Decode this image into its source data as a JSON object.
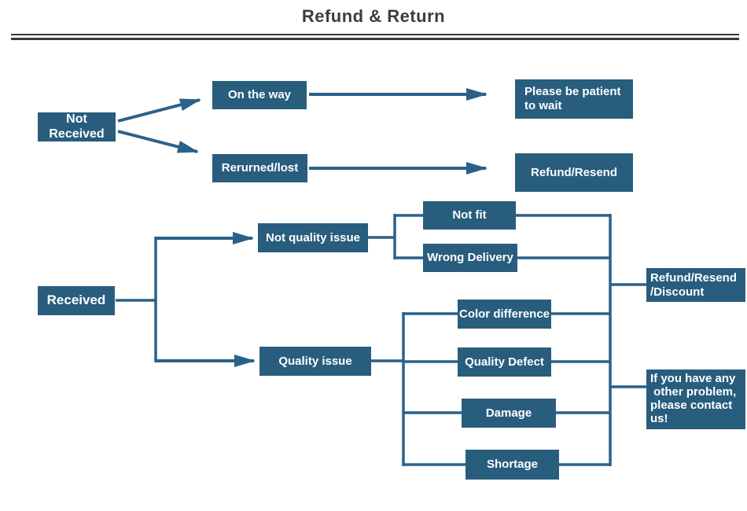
{
  "title": "Refund & Return",
  "colors": {
    "background": "#ffffff",
    "box-fill": "#285d7e",
    "box-text": "#ffffff",
    "connector": "#2a618a",
    "title-text": "#3d3d3d",
    "divider": "#38383d"
  },
  "nodes": {
    "not_received": {
      "label": "Not Received"
    },
    "on_the_way": {
      "label": "On the way"
    },
    "returned_lost": {
      "label": "Rerurned/lost"
    },
    "please_wait": {
      "label": "Please be patient\nto wait"
    },
    "refund_resend": {
      "label": "Refund/Resend"
    },
    "received": {
      "label": "Received"
    },
    "not_quality_issue": {
      "label": "Not quality issue"
    },
    "quality_issue": {
      "label": "Quality issue"
    },
    "not_fit": {
      "label": "Not fit"
    },
    "wrong_delivery": {
      "label": "Wrong Delivery"
    },
    "color_difference": {
      "label": "Color difference"
    },
    "quality_defect": {
      "label": "Quality Defect"
    },
    "damage": {
      "label": "Damage"
    },
    "shortage": {
      "label": "Shortage"
    },
    "refund_resend_discount": {
      "label": "Refund/Resend\n/Discount"
    },
    "contact_us": {
      "label": "If you have any\n other problem,\nplease contact\nus!"
    }
  }
}
